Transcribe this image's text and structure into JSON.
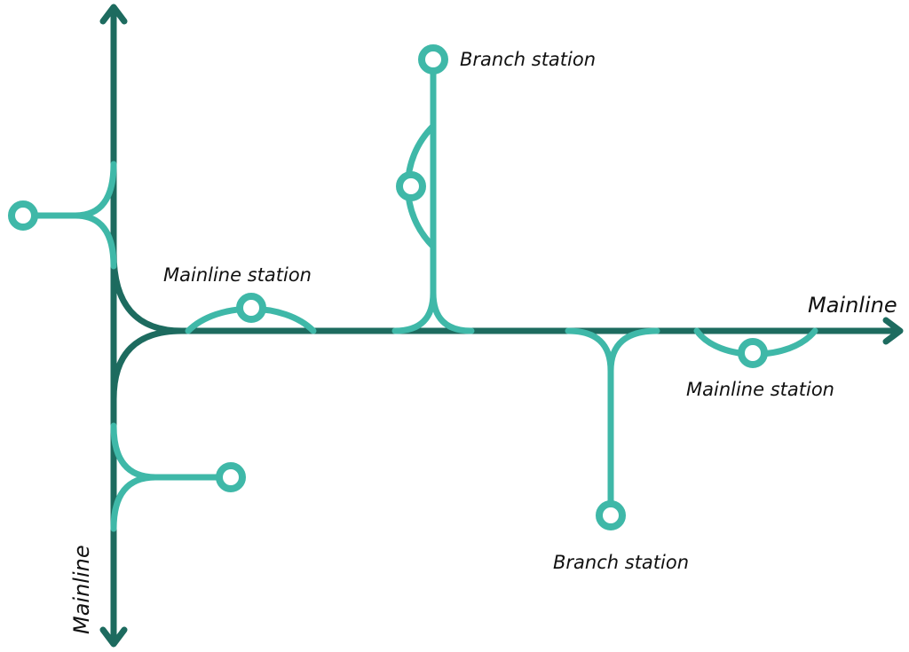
{
  "colors": {
    "mainline": "#1d6b5f",
    "branch": "#3fb8a8",
    "background": "#ffffff",
    "text": "#111111"
  },
  "labels": {
    "mainline_horizontal": "Mainline",
    "mainline_vertical": "Mainline",
    "branch_station_top": "Branch station",
    "branch_station_bottom": "Branch station",
    "mainline_station_left": "Mainline station",
    "mainline_station_right": "Mainline station"
  }
}
